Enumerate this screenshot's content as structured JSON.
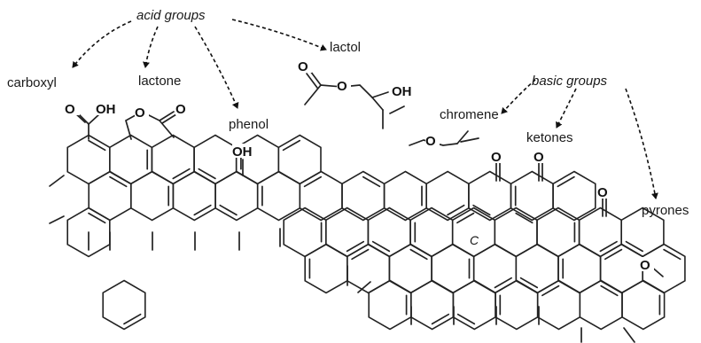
{
  "labels": {
    "acid_groups": "acid groups",
    "carboxyl": "carboxyl",
    "lactone": "lactone",
    "phenol": "phenol",
    "lactol": "lactol",
    "basic_groups": "basic groups",
    "chromene": "chromene",
    "ketones": "ketones",
    "pyrones": "pyrones"
  },
  "atoms": {
    "carboxyl_o": "O",
    "carboxyl_oh": "OH",
    "lactone_ring_o": "O",
    "lactone_o": "O",
    "phenol_oh": "OH",
    "lactol_o": "O",
    "lactol_ring_o": "O",
    "lactol_oh": "OH",
    "chromene_o": "O",
    "ketone_o_1": "O",
    "ketone_o_2": "O",
    "pyrone_ketone_o": "O",
    "pyrone_ring_o": "O",
    "carbon_c": "C"
  }
}
